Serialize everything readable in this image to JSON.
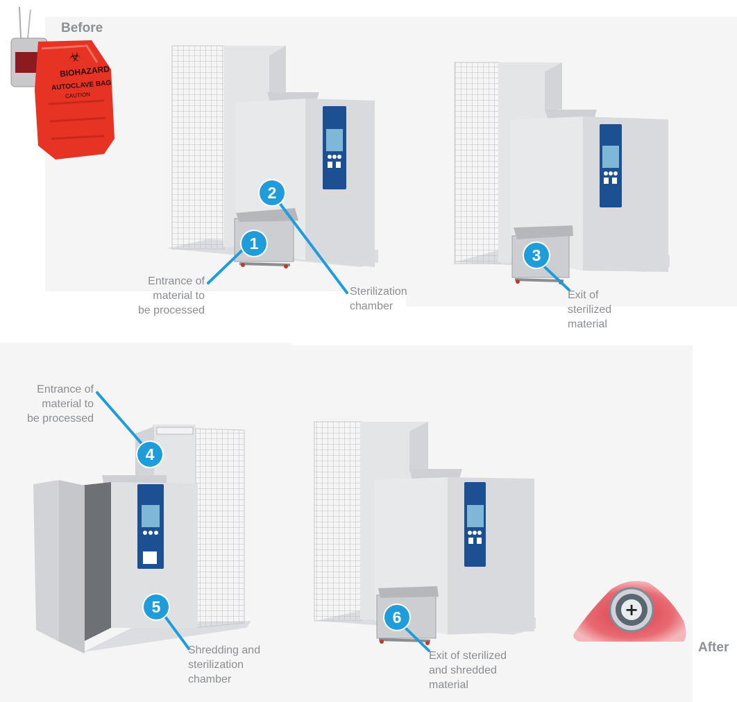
{
  "headings": {
    "before": "Before",
    "after": "After"
  },
  "bag_text": {
    "brand": "BIOHAZARD",
    "type": "AUTOCLAVE BAG",
    "caution": "CAUTION"
  },
  "steps": [
    {
      "number": "1",
      "label": "Entrance of\nmaterial to\nbe processed"
    },
    {
      "number": "2",
      "label": "Sterilization\nchamber"
    },
    {
      "number": "3",
      "label": "Exit of\nsterilized\nmaterial"
    },
    {
      "number": "4",
      "label": "Entrance of\nmaterial to\nbe processed"
    },
    {
      "number": "5",
      "label": "Shredding and\nsterilization\nchamber"
    },
    {
      "number": "6",
      "label": "Exit of sterilized\nand shredded\nmaterial"
    }
  ],
  "colors": {
    "accent": "#1f9ddb",
    "panel_blue": "#1d4f93",
    "bag_red": "#e63324",
    "label_gray": "#8a8d91"
  },
  "icons": [
    "biohazard-icon",
    "plus-icon"
  ]
}
